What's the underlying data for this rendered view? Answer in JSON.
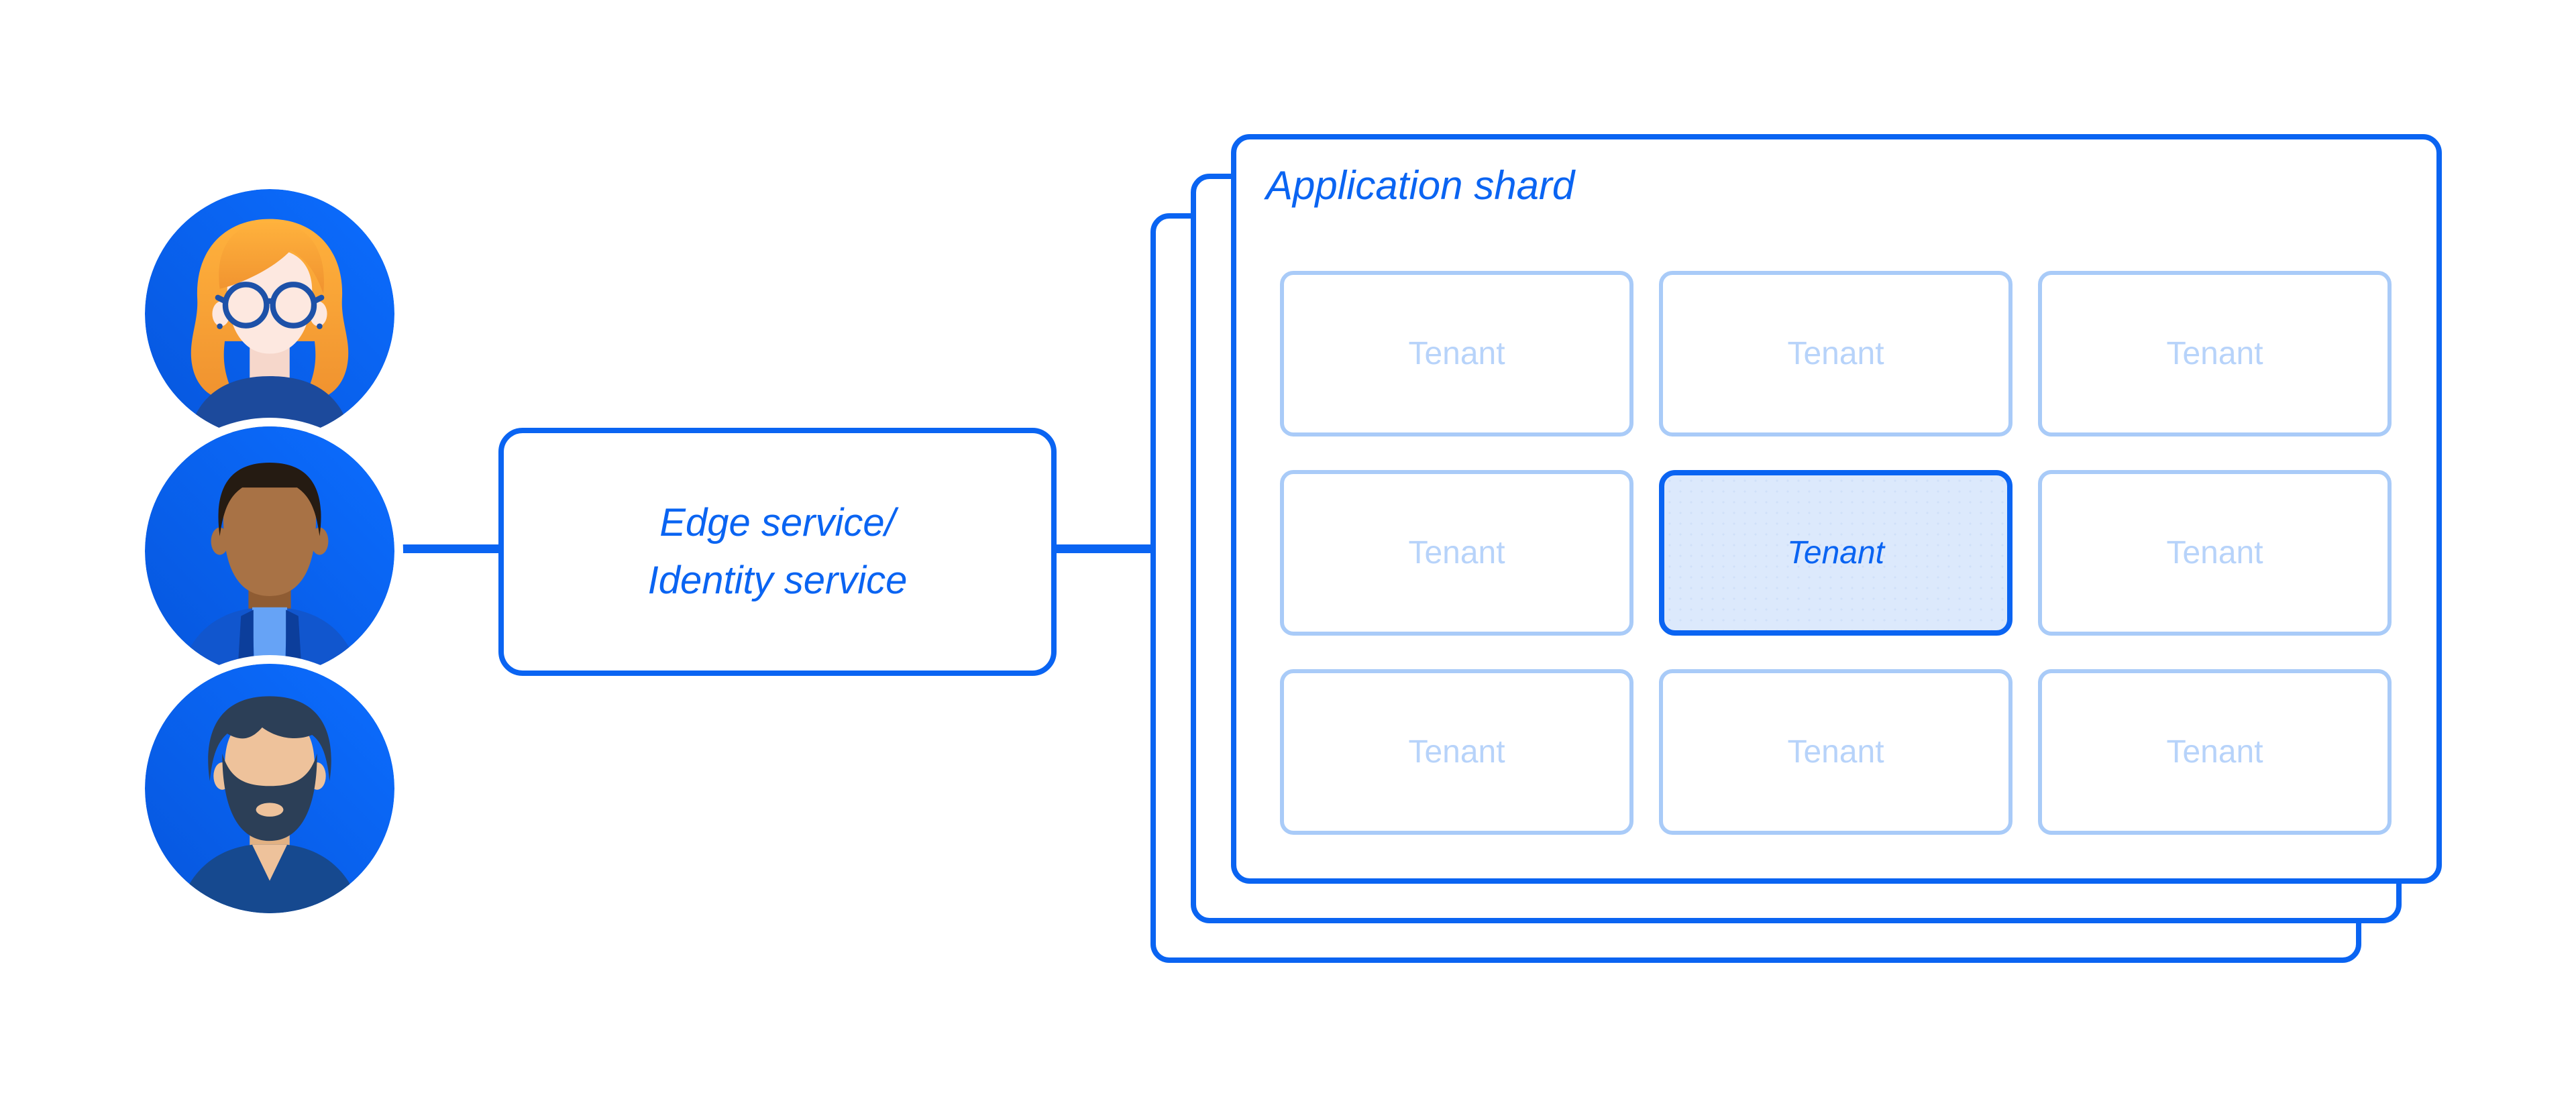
{
  "diagram": {
    "users": {
      "items": [
        {
          "icon": "avatar-woman-glasses-icon"
        },
        {
          "icon": "avatar-man-short-hair-icon"
        },
        {
          "icon": "avatar-man-beard-icon"
        }
      ]
    },
    "edge_service": {
      "label_line1": "Edge service/",
      "label_line2": "Identity service"
    },
    "application_shard": {
      "title": "Application shard",
      "stack_count": 3,
      "tenants": [
        {
          "label": "Tenant",
          "highlighted": false
        },
        {
          "label": "Tenant",
          "highlighted": false
        },
        {
          "label": "Tenant",
          "highlighted": false
        },
        {
          "label": "Tenant",
          "highlighted": false
        },
        {
          "label": "Tenant",
          "highlighted": true
        },
        {
          "label": "Tenant",
          "highlighted": false
        },
        {
          "label": "Tenant",
          "highlighted": false
        },
        {
          "label": "Tenant",
          "highlighted": false
        },
        {
          "label": "Tenant",
          "highlighted": false
        }
      ]
    },
    "colors": {
      "accent_blue": "#0A64F2",
      "light_border": "#A9CBF8",
      "light_text": "#B7D3FA",
      "highlight_fill": "#DCE9FC",
      "avatar_circle_blue": "#0A68FB"
    }
  }
}
